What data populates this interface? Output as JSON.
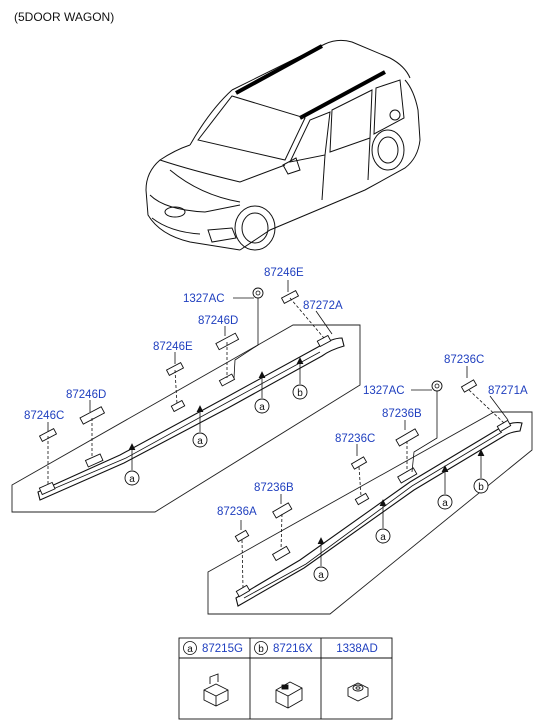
{
  "caption": "(5DOOR WAGON)",
  "upper_assembly": {
    "callouts": [
      "87246E",
      "1327AC",
      "87272A",
      "87246D",
      "87246E",
      "87246D",
      "87246C"
    ],
    "letters": [
      "b",
      "a",
      "a",
      "a"
    ]
  },
  "lower_assembly": {
    "callouts": [
      "87236C",
      "1327AC",
      "87271A",
      "87236B",
      "87236C",
      "87236B",
      "87236A"
    ],
    "letters": [
      "b",
      "a",
      "a",
      "a"
    ]
  },
  "legend": {
    "cells": [
      {
        "letter": "a",
        "part": "87215G"
      },
      {
        "letter": "b",
        "part": "87216X"
      },
      {
        "letter": "",
        "part": "1338AD"
      }
    ]
  }
}
